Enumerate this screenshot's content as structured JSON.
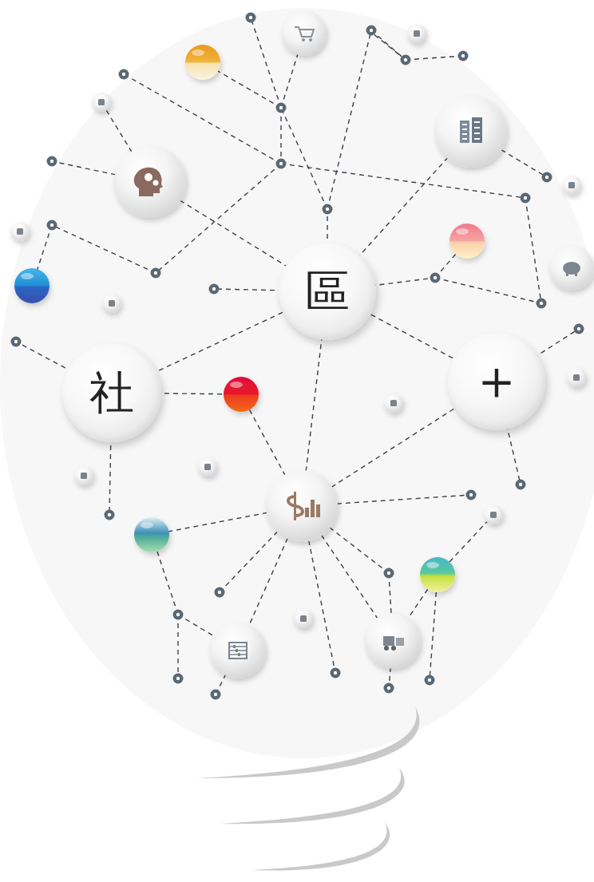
{
  "diagram": {
    "nodes": [
      {
        "text": [
          "區"
        ]
      },
      {
        "text": [
          "社"
        ]
      },
      {
        "text": [
          "+"
        ]
      }
    ],
    "edges": [
      {
        "from": 0,
        "to": 1,
        "arrow": "none"
      },
      {
        "from": 0,
        "to": 2,
        "arrow": "none"
      }
    ]
  }
}
